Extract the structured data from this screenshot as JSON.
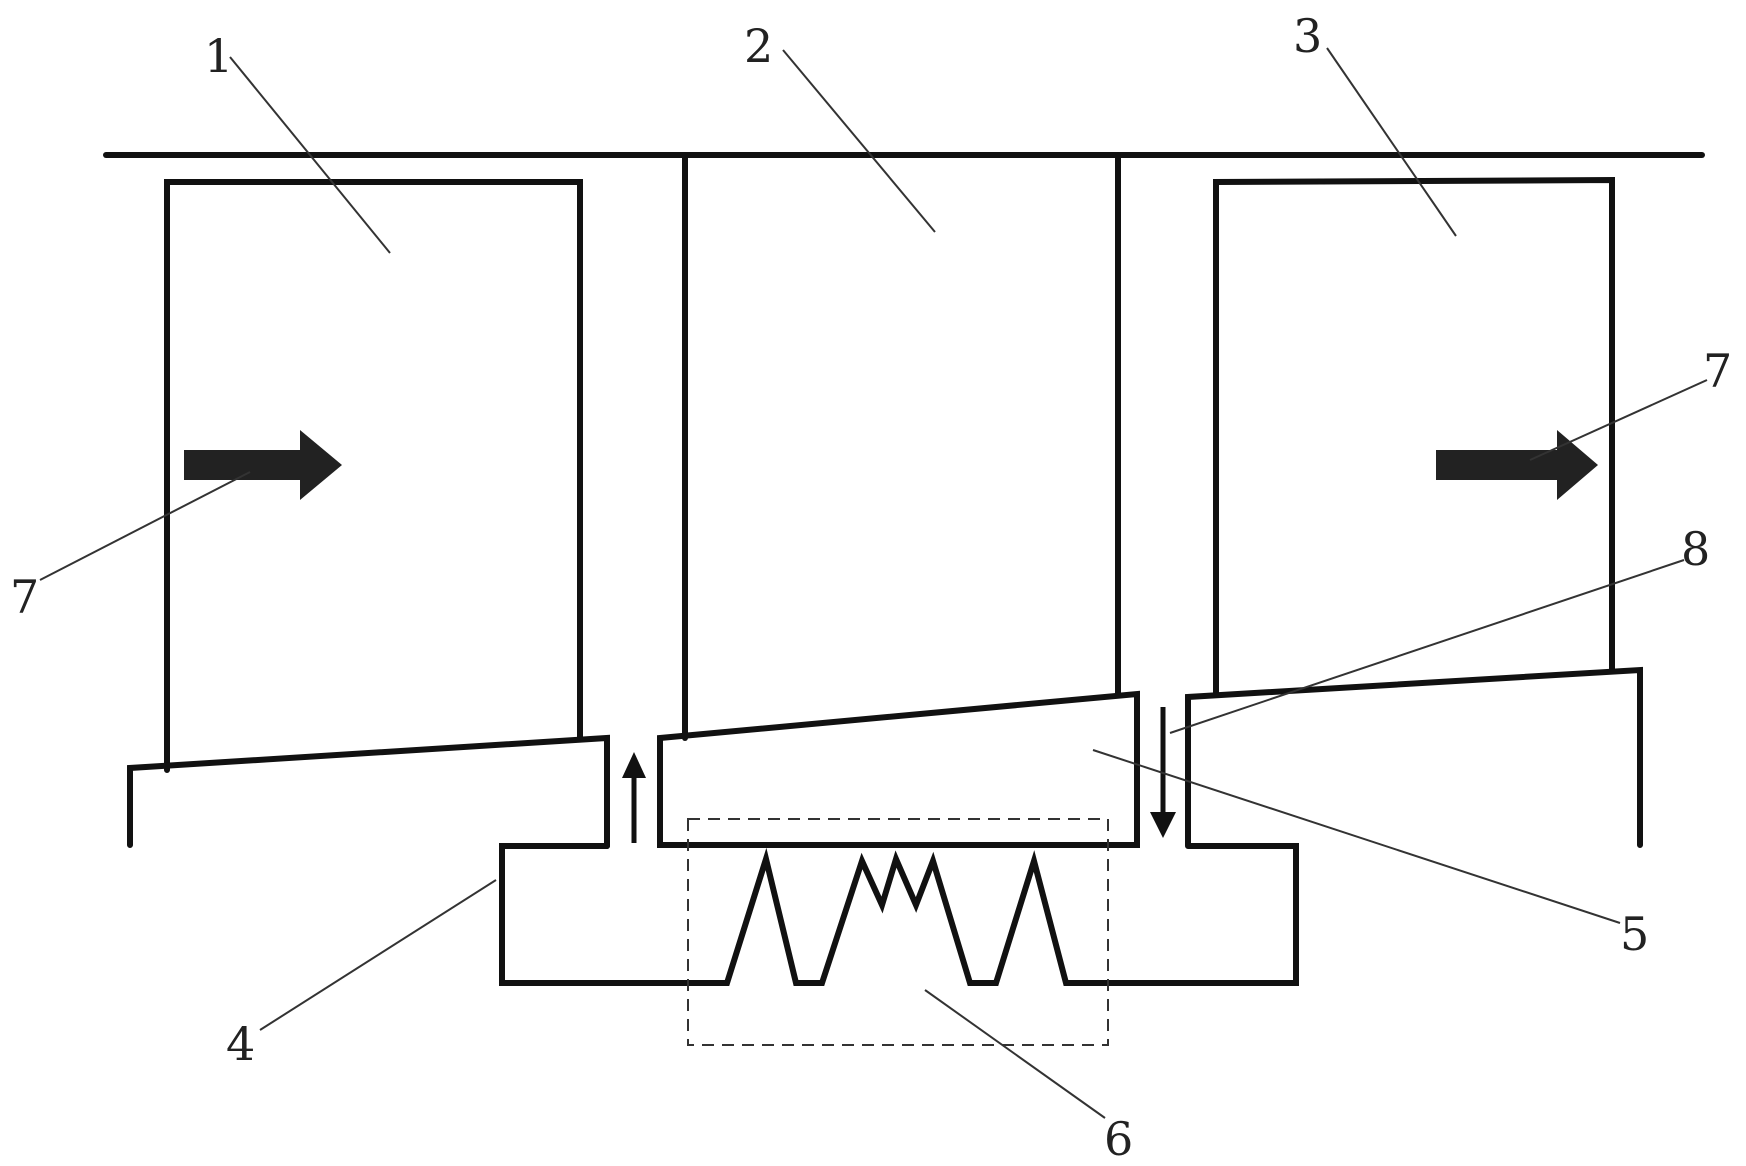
{
  "labels": {
    "l1": "1",
    "l2": "2",
    "l3": "3",
    "l4": "4",
    "l5": "5",
    "l6": "6",
    "l7_left": "7",
    "l7_right": "7",
    "l8": "8"
  },
  "colors": {
    "stroke": "#111111",
    "arrow_fill": "#222222",
    "leader": "#333333",
    "background": "#ffffff"
  }
}
